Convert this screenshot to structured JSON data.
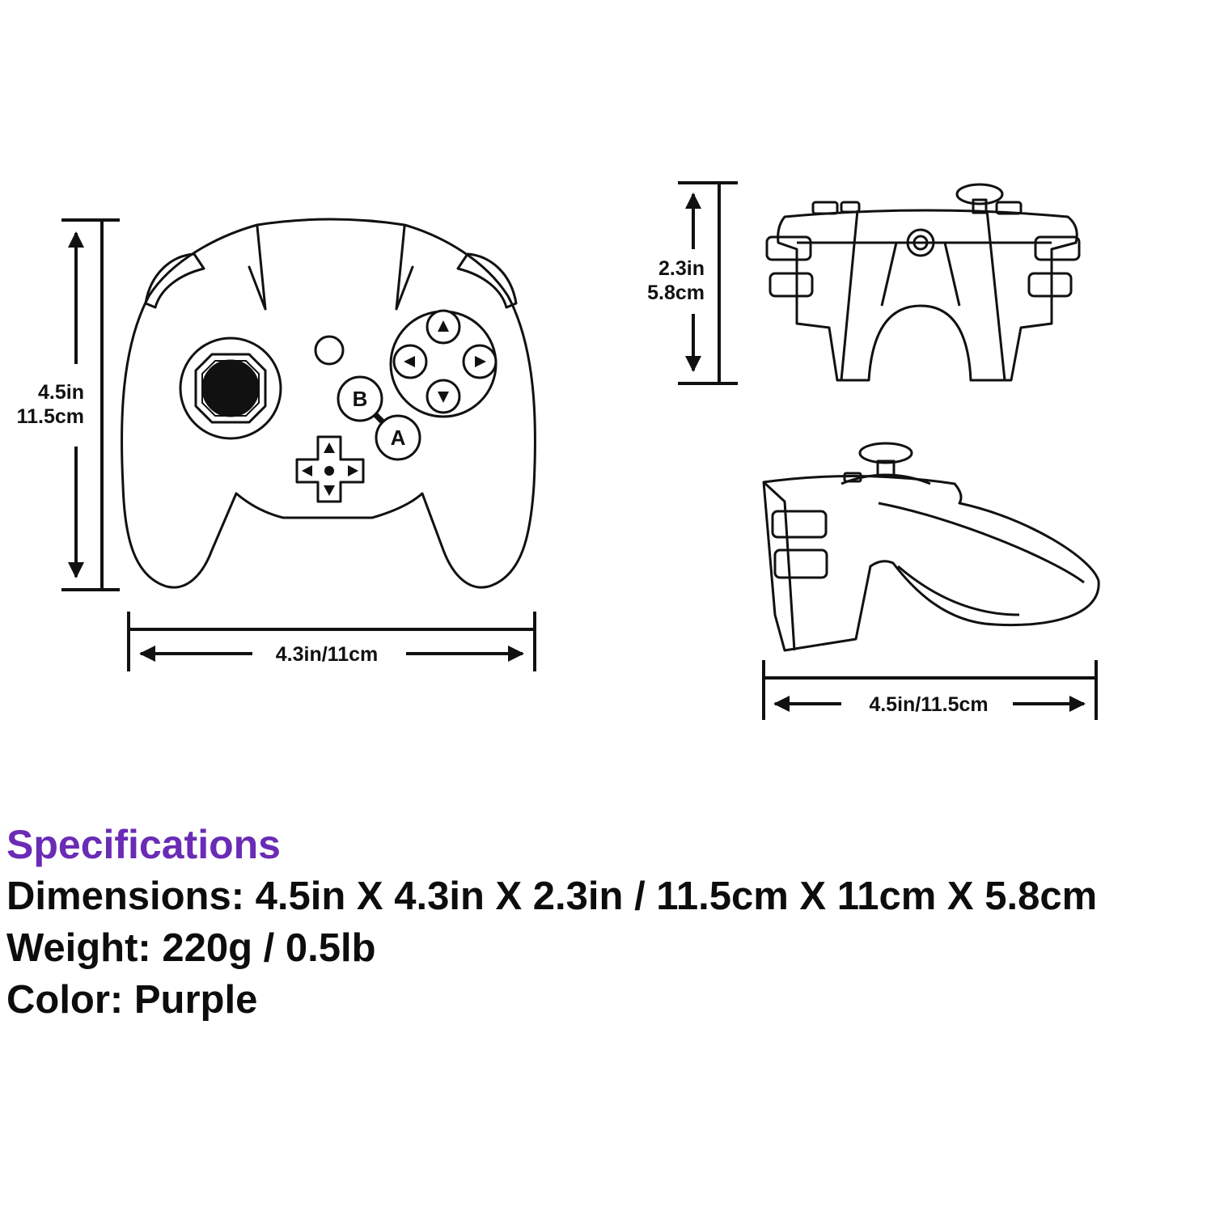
{
  "diagram": {
    "front_view": {
      "height_label_in": "4.5in",
      "height_label_cm": "11.5cm",
      "width_label": "4.3in/11cm",
      "buttons": {
        "b": "B",
        "a": "A"
      }
    },
    "top_view": {
      "height_label_in": "2.3in",
      "height_label_cm": "5.8cm"
    },
    "side_view": {
      "width_label": "4.5in/11.5cm"
    }
  },
  "specifications": {
    "title": "Specifications",
    "title_color": "#6a2bb5",
    "dimensions": "Dimensions: 4.5in X 4.3in X 2.3in / 11.5cm X 11cm X 5.8cm",
    "weight": "Weight: 220g / 0.5lb",
    "color": "Color: Purple"
  }
}
